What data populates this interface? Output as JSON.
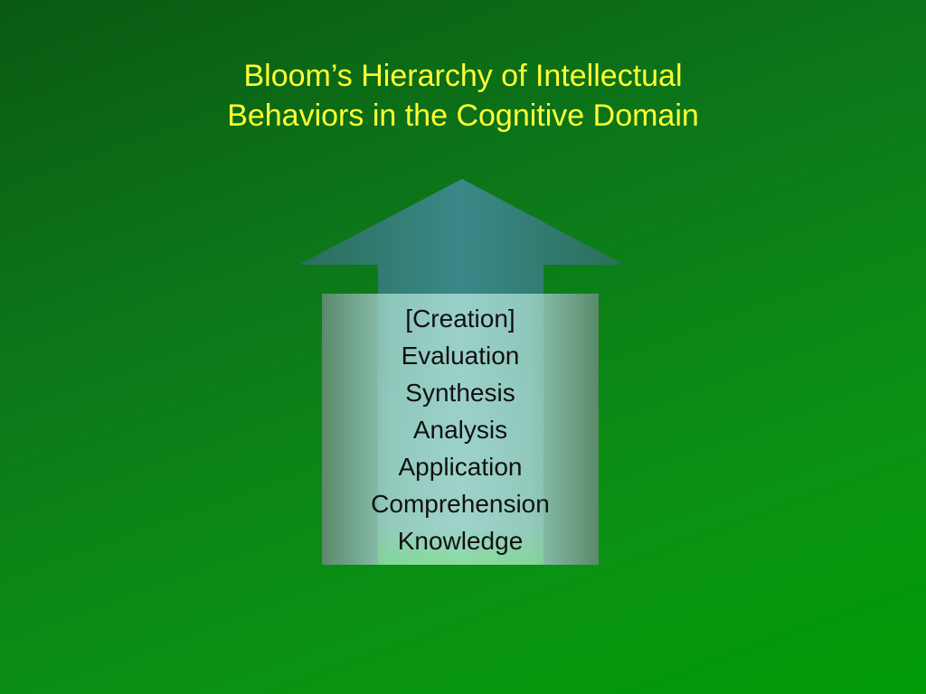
{
  "title": {
    "line1": "Bloom’s Hierarchy of Intellectual",
    "line2": "Behaviors in the Cognitive Domain"
  },
  "hierarchy": {
    "levels": [
      "[Creation]",
      "Evaluation",
      "Synthesis",
      "Analysis",
      "Application",
      "Comprehension",
      "Knowledge"
    ]
  },
  "colors": {
    "background": "#0a8a12",
    "title_text": "#ffff33",
    "arrow": "#3a8a8a",
    "box": "#7fb8a8"
  }
}
